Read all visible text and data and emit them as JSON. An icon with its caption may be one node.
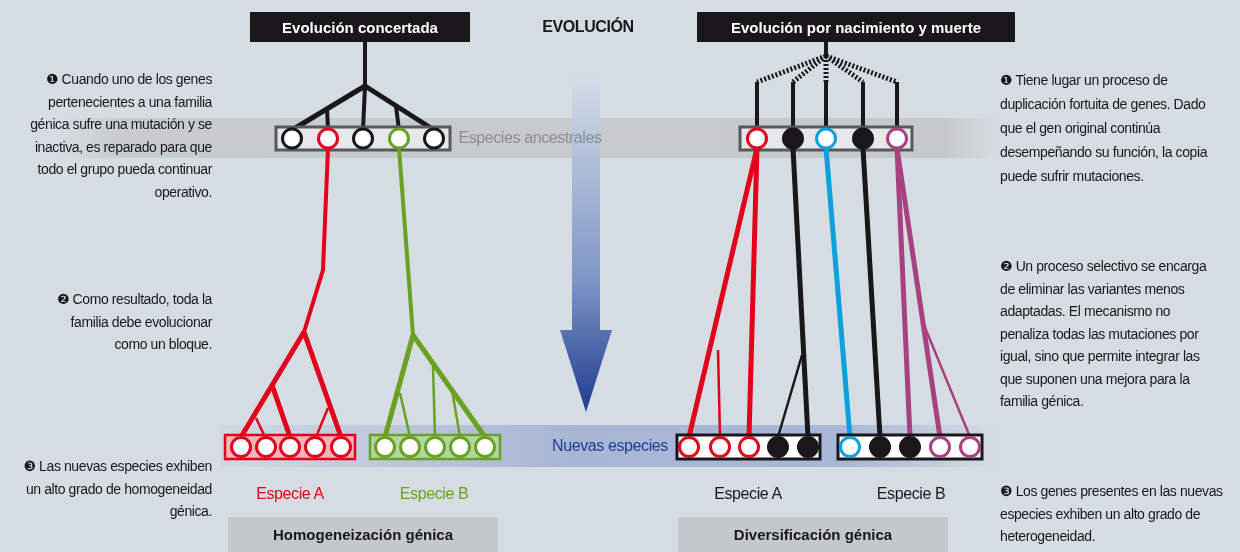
{
  "diagram": {
    "nodes": [
      {
        "text": [
          "Evolución concertada"
        ]
      },
      {
        "text": [
          "Evolución por nacimiento y muerte"
        ]
      },
      {
        "text": [
          "Especies ancestrales"
        ]
      },
      {
        "text": [
          "Nuevas especies"
        ]
      },
      {
        "text": [
          "Homogeneización génica"
        ]
      },
      {
        "text": [
          "Diversificación génica"
        ]
      }
    ],
    "labels": [
      "EVOLUCIÓN",
      "❶ Cuando uno de los genes pertenecientes a una familia génica sufre una mutación y se inactiva, es reparado para que todo el grupo pueda continuar operativo.",
      "❶ Tiene lugar un proceso de duplicación fortuita de genes. Dado que el gen original continúa desempeñando su función, la copia puede sufrir mutaciones.",
      "❷ Como resultado, toda la familia debe evolucionar como un bloque.",
      "❷ Un proceso selectivo se encarga de eliminar las variantes menos adaptadas. El mecanismo no penaliza todas las mutaciones por igual, sino que permite integrar las que suponen una mejora para la familia génica.",
      "Especie A",
      "Especie B",
      "Especie A",
      "Especie B",
      "❸ Las nuevas especies exhiben un alto grado de homogeneidad génica.",
      "❸ Los genes presentes en las nuevas especies exhiben un alto grado de heterogeneidad."
    ]
  }
}
